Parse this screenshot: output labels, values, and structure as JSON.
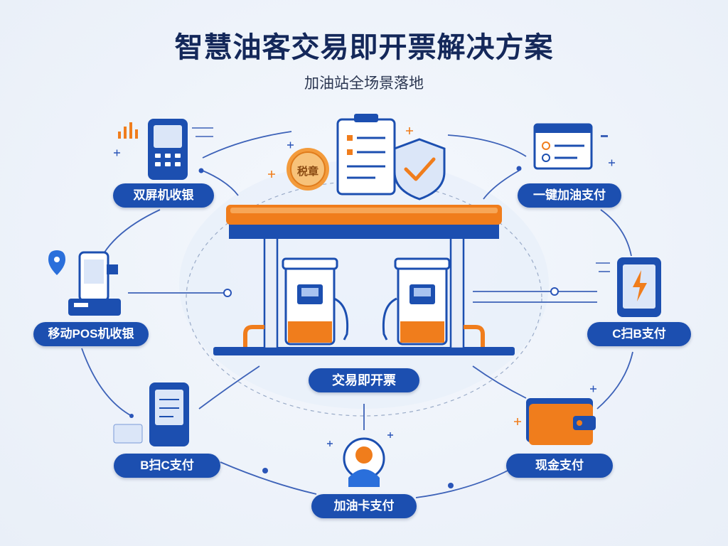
{
  "title": "智慧油客交易即开票解决方案",
  "subtitle": "加油站全场景落地",
  "center_label": "交易即开票",
  "tax_stamp_label": "税章",
  "scenarios": [
    {
      "id": "dual-screen",
      "label": "双屏机收银"
    },
    {
      "id": "one-click",
      "label": "一键加油支付"
    },
    {
      "id": "mobile-pos",
      "label": "移动POS机收银"
    },
    {
      "id": "c-scan-b",
      "label": "C扫B支付"
    },
    {
      "id": "b-scan-c",
      "label": "B扫C支付"
    },
    {
      "id": "cash",
      "label": "现金支付"
    },
    {
      "id": "fuel-card",
      "label": "加油卡支付"
    }
  ],
  "colors": {
    "primary_blue": "#1c4fb0",
    "accent_orange": "#f07d1c",
    "title_navy": "#14285a",
    "connector_blue": "#3d62b8"
  },
  "icons": [
    "phone-terminal-icon",
    "pos-terminal-icon",
    "tablet-icon",
    "checklist-window-icon",
    "phone-lightning-icon",
    "wallet-icon",
    "user-pin-icon",
    "tax-stamp-icon",
    "invoice-icon",
    "shield-check-icon",
    "gas-station-icon"
  ]
}
